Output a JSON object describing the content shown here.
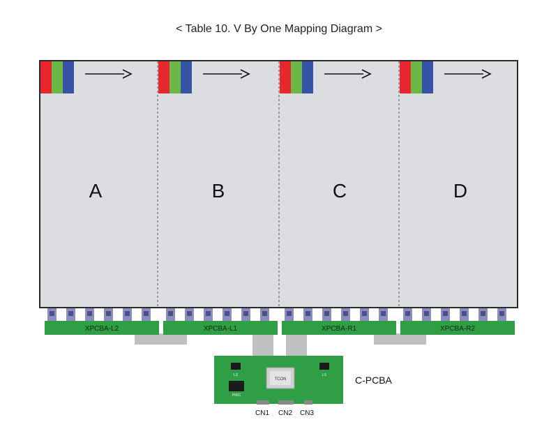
{
  "title": "< Table 10. V By One Mapping Diagram >",
  "sections": [
    {
      "letter": "A"
    },
    {
      "letter": "B"
    },
    {
      "letter": "C"
    },
    {
      "letter": "D"
    }
  ],
  "xpcba_boards": [
    "XPCBA-L2",
    "XPCBA-L1",
    "XPCBA-R1",
    "XPCBA-R2"
  ],
  "cpcba": {
    "label": "C-PCBA",
    "chips": {
      "tcon": "TCON",
      "ls_left": "LS",
      "ls_right": "LS",
      "pmic": "PMIC"
    },
    "connectors": [
      "CN1",
      "CN2",
      "CN3"
    ]
  },
  "colors": {
    "panel_fill": "#dcdde1",
    "panel_border": "#2a2a2a",
    "red": "#e8262d",
    "green": "#6ab946",
    "blue": "#3653a7",
    "pcb_green": "#2f9e44",
    "pcb_dark": "#23802f",
    "tab_purple": "#8a8dbd",
    "flex_gray": "#bfc0c2",
    "watermark": "#f39536"
  }
}
